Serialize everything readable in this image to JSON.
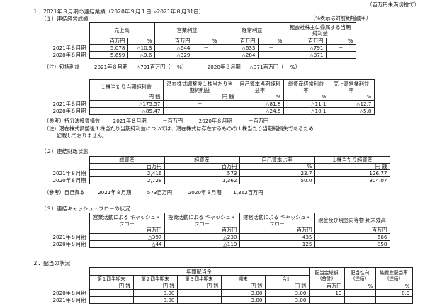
{
  "unit_note": "（百万円未満切捨て）",
  "s1_title": "１．2021年８月期の連結業績（2020年９月１日～2021年８月31日）",
  "s1_sub": "（１）連結経営成績",
  "s1_pct_note": "（%表示は対前期増減率）",
  "t1": {
    "headers": [
      "売上高",
      "営業利益",
      "経常利益",
      "親会社株主に帰属する当期純利益"
    ],
    "units": [
      "百万円",
      "%",
      "百万円",
      "%",
      "百万円",
      "%",
      "百万円",
      "%"
    ],
    "rows": [
      {
        "label": "2021年８月期",
        "cells": [
          "5,078",
          "△10.3",
          "△644",
          "－",
          "△633",
          "－",
          "△791",
          "－"
        ]
      },
      {
        "label": "2020年８月期",
        "cells": [
          "5,659",
          "△9.6",
          "△329",
          "－",
          "△284",
          "－",
          "△371",
          "－"
        ]
      }
    ]
  },
  "t1_note": {
    "lead": "（注）包括利益",
    "a_label": "2021年８月期",
    "a_value": "△791百万円（ －%）",
    "b_label": "2020年８月期",
    "b_value": "△371百万円（ －%）"
  },
  "t2": {
    "headers": [
      "１株当たり当期純利益",
      "潜在株式調整後１株当たり当期純利益",
      "自己資本当期純利益率",
      "総資産経常利益率",
      "売上高営業利益率"
    ],
    "units": [
      "円 銭",
      "円 銭",
      "%",
      "%",
      "%"
    ],
    "rows": [
      {
        "label": "2021年８月期",
        "cells": [
          "△175.57",
          "－",
          "△81.8",
          "△11.1",
          "△12.7"
        ]
      },
      {
        "label": "2020年８月期",
        "cells": [
          "△85.47",
          "－",
          "△24.5",
          "△10.1",
          "△5.8"
        ]
      }
    ]
  },
  "t2_note1": {
    "lead": "（参考）持分法投資損益",
    "a_label": "2021年８月期",
    "a_value": "－百万円",
    "b_label": "2020年８月期",
    "b_value": "－百万円"
  },
  "t2_note2_line1": "（注）潜在株式調整後１株当たり当期純利益については、潜在株式は存在するものの１株当たり当期純損失であるため",
  "t2_note2_line2": "記載しておりません。",
  "s2_sub": "（２）連結財政状態",
  "t3": {
    "headers": [
      "総資産",
      "純資産",
      "自己資本比率",
      "１株当たり純資産"
    ],
    "units": [
      "百万円",
      "百万円",
      "%",
      "円 銭"
    ],
    "rows": [
      {
        "label": "2021年８月期",
        "cells": [
          "2,416",
          "573",
          "23.7",
          "126.77"
        ]
      },
      {
        "label": "2020年８月期",
        "cells": [
          "2,728",
          "1,362",
          "50.0",
          "304.07"
        ]
      }
    ]
  },
  "t3_note": {
    "lead": "（参考）自己資本",
    "a_label": "2021年８月期",
    "a_value": "573百万円",
    "b_label": "2020年８月期",
    "b_value": "1,362百万円"
  },
  "s3_sub": "（３）連結キャッシュ・フローの状況",
  "t4": {
    "headers": [
      "営業活動による キャッシュ・フロー",
      "投資活動による キャッシュ・フロー",
      "財務活動による キャッシュ・フロー",
      "現金及び現金同等物 期末残高"
    ],
    "units": [
      "百万円",
      "百万円",
      "百万円",
      "百万円"
    ],
    "rows": [
      {
        "label": "2021年８月期",
        "cells": [
          "△397",
          "△230",
          "435",
          "666"
        ]
      },
      {
        "label": "2020年８月期",
        "cells": [
          "△44",
          "△119",
          "125",
          "858"
        ]
      }
    ]
  },
  "s4_title": "２．配当の状況",
  "t5": {
    "group_header": "年間配当金",
    "sub_headers": [
      "第１四半期末",
      "第２四半期末",
      "第３四半期末",
      "期末",
      "合計"
    ],
    "right_headers": [
      "配当金総額 (合計)",
      "配当性向 (連結)",
      "純資産配当率 (連結)"
    ],
    "units": [
      "円 銭",
      "円 銭",
      "円 銭",
      "円 銭",
      "円 銭",
      "百万円",
      "%",
      "%"
    ],
    "rows": [
      {
        "label": "2020年８月期",
        "cells": [
          "－",
          "0.00",
          "－",
          "3.00",
          "3.00",
          "13",
          "－",
          "0.9"
        ]
      },
      {
        "label": "2021年８月期",
        "cells": [
          "－",
          "0.00",
          "－",
          "3.00",
          "3.00",
          "",
          "",
          ""
        ]
      }
    ]
  }
}
